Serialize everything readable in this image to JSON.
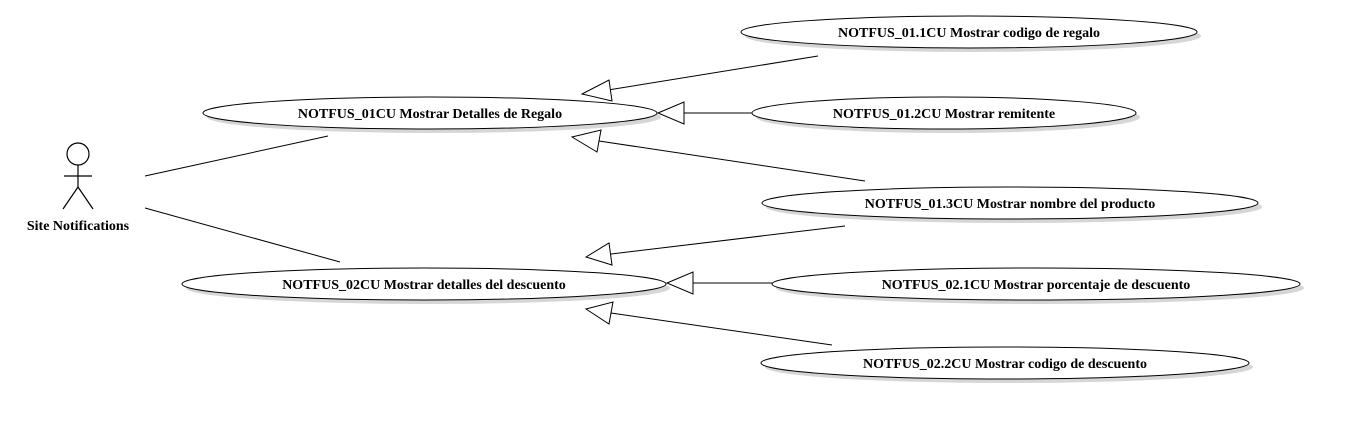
{
  "actor": {
    "name": "Site Notifications"
  },
  "use_cases": {
    "uc01": "NOTFUS_01CU Mostrar Detalles de Regalo",
    "uc02": "NOTFUS_02CU Mostrar detalles del descuento",
    "uc011": "NOTFUS_01.1CU Mostrar codigo de regalo",
    "uc012": "NOTFUS_01.2CU Mostrar remitente",
    "uc013": "NOTFUS_01.3CU Mostrar nombre del producto",
    "uc021": "NOTFUS_02.1CU Mostrar porcentaje de descuento",
    "uc022": "NOTFUS_02.2CU Mostrar codigo de descuento"
  }
}
